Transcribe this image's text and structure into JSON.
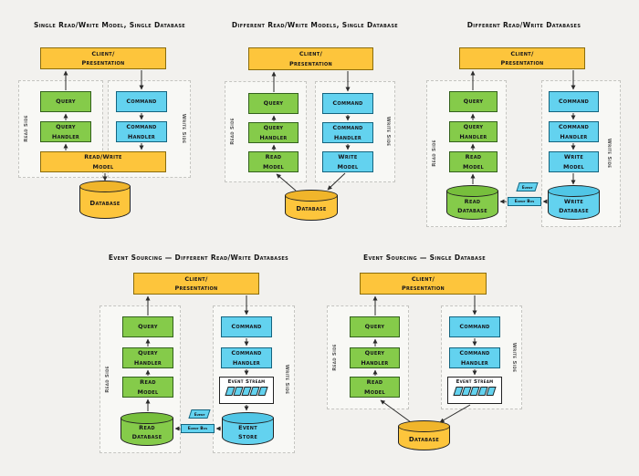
{
  "colors": {
    "background": "#f2f1ee",
    "yellow": "#fdc53c",
    "green": "#85cb4a",
    "cyan": "#63d2ef"
  },
  "diagrams": [
    {
      "title": "Single Read/Write Model, Single Database",
      "read_side_label": "Read Side",
      "write_side_label": "Write Side",
      "nodes": {
        "client": [
          "Client/",
          "Presentation"
        ],
        "query": [
          "Query"
        ],
        "query_handler": [
          "Query",
          "Handler"
        ],
        "command": [
          "Command"
        ],
        "command_handler": [
          "Command",
          "Handler"
        ],
        "read_write_model": [
          "Read/Write",
          "Model"
        ],
        "database": [
          "Database"
        ]
      }
    },
    {
      "title": "Different Read/Write Models, Single Database",
      "read_side_label": "Read Side",
      "write_side_label": "Write Side",
      "nodes": {
        "client": [
          "Client/",
          "Presentation"
        ],
        "query": [
          "Query"
        ],
        "query_handler": [
          "Query",
          "Handler"
        ],
        "read_model": [
          "Read",
          "Model"
        ],
        "command": [
          "Command"
        ],
        "command_handler": [
          "Command",
          "Handler"
        ],
        "write_model": [
          "Write",
          "Model"
        ],
        "database": [
          "Database"
        ]
      }
    },
    {
      "title": "Different Read/Write Databases",
      "read_side_label": "Read Side",
      "write_side_label": "Write Side",
      "nodes": {
        "client": [
          "Client/",
          "Presentation"
        ],
        "query": [
          "Query"
        ],
        "query_handler": [
          "Query",
          "Handler"
        ],
        "read_model": [
          "Read",
          "Model"
        ],
        "read_database": [
          "Read",
          "Database"
        ],
        "command": [
          "Command"
        ],
        "command_handler": [
          "Command",
          "Handler"
        ],
        "write_model": [
          "Write",
          "Model"
        ],
        "write_database": [
          "Write",
          "Database"
        ],
        "event": [
          "Event"
        ],
        "event_bus": [
          "Event Bus"
        ]
      }
    },
    {
      "title": "Event Sourcing — Different Read/Write Databases",
      "read_side_label": "Read Side",
      "write_side_label": "Write Side",
      "nodes": {
        "client": [
          "Client/",
          "Presentation"
        ],
        "query": [
          "Query"
        ],
        "query_handler": [
          "Query",
          "Handler"
        ],
        "read_model": [
          "Read",
          "Model"
        ],
        "read_database": [
          "Read",
          "Database"
        ],
        "command": [
          "Command"
        ],
        "command_handler": [
          "Command",
          "Handler"
        ],
        "event_stream": [
          "Event Stream"
        ],
        "event_store": [
          "Event",
          "Store"
        ],
        "event": [
          "Event"
        ],
        "event_bus": [
          "Event Bus"
        ]
      }
    },
    {
      "title": "Event Sourcing — Single Database",
      "read_side_label": "Read Side",
      "write_side_label": "Write Side",
      "nodes": {
        "client": [
          "Client/",
          "Presentation"
        ],
        "query": [
          "Query"
        ],
        "query_handler": [
          "Query",
          "Handler"
        ],
        "read_model": [
          "Read",
          "Model"
        ],
        "command": [
          "Command"
        ],
        "command_handler": [
          "Command",
          "Handler"
        ],
        "event_stream": [
          "Event Stream"
        ],
        "database": [
          "Database"
        ]
      }
    }
  ]
}
